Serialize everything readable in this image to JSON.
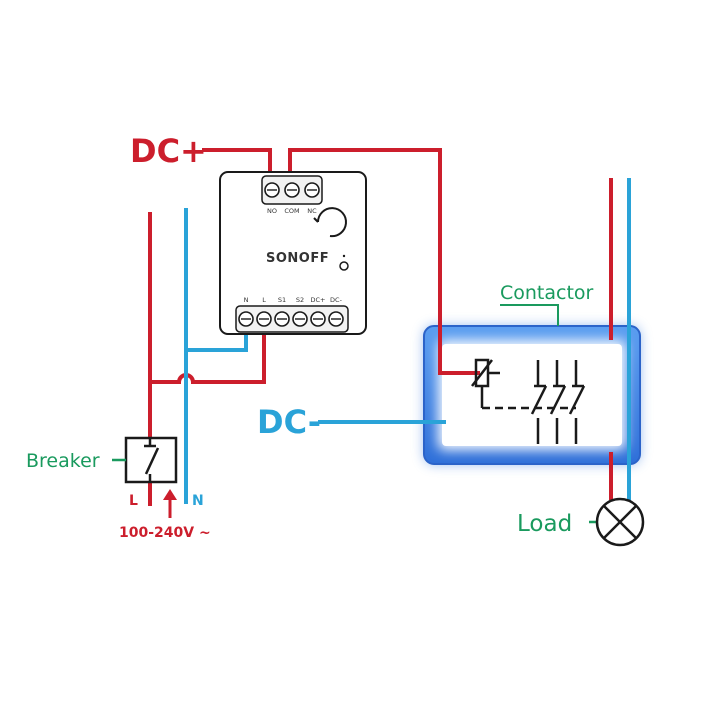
{
  "labels": {
    "dc_plus": "DC+",
    "dc_minus": "DC-",
    "contactor": "Contactor",
    "breaker": "Breaker",
    "load": "Load",
    "live": "L",
    "neutral": "N",
    "voltage": "100-240V ~"
  },
  "module": {
    "brand": "SONOFF",
    "top_terminals": [
      "NO",
      "COM",
      "NC"
    ],
    "bottom_terminals": [
      "N",
      "L",
      "S1",
      "S2",
      "DC+",
      "DC-"
    ]
  },
  "colors": {
    "dc_positive_wire": "#cc1e2c",
    "dc_negative_wire": "#2aa3d8",
    "label_green": "#1a9a5e",
    "contactor_glow": "#3a7fe0"
  }
}
